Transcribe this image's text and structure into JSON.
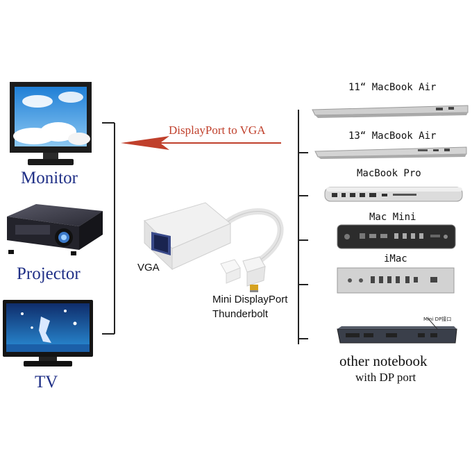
{
  "left_devices": [
    {
      "label": "Monitor"
    },
    {
      "label": "Projector"
    },
    {
      "label": "TV"
    }
  ],
  "arrow": {
    "label": "DisplayPort to VGA",
    "color": "#c0402c"
  },
  "adapter": {
    "vga_label": "VGA",
    "mdp_label_line1": "Mini DisplayPort",
    "mdp_label_line2": "Thunderbolt"
  },
  "right_devices": [
    {
      "label": "11“ MacBook Air"
    },
    {
      "label": "13“ MacBook Air"
    },
    {
      "label": "MacBook Pro"
    },
    {
      "label": "Mac Mini"
    },
    {
      "label": "iMac"
    },
    {
      "label": "other notebook",
      "sublabel": "with DP port",
      "tag": "Mini DP接口"
    }
  ],
  "colors": {
    "label_blue": "#1f2f86",
    "arrow_red": "#c0402c"
  }
}
